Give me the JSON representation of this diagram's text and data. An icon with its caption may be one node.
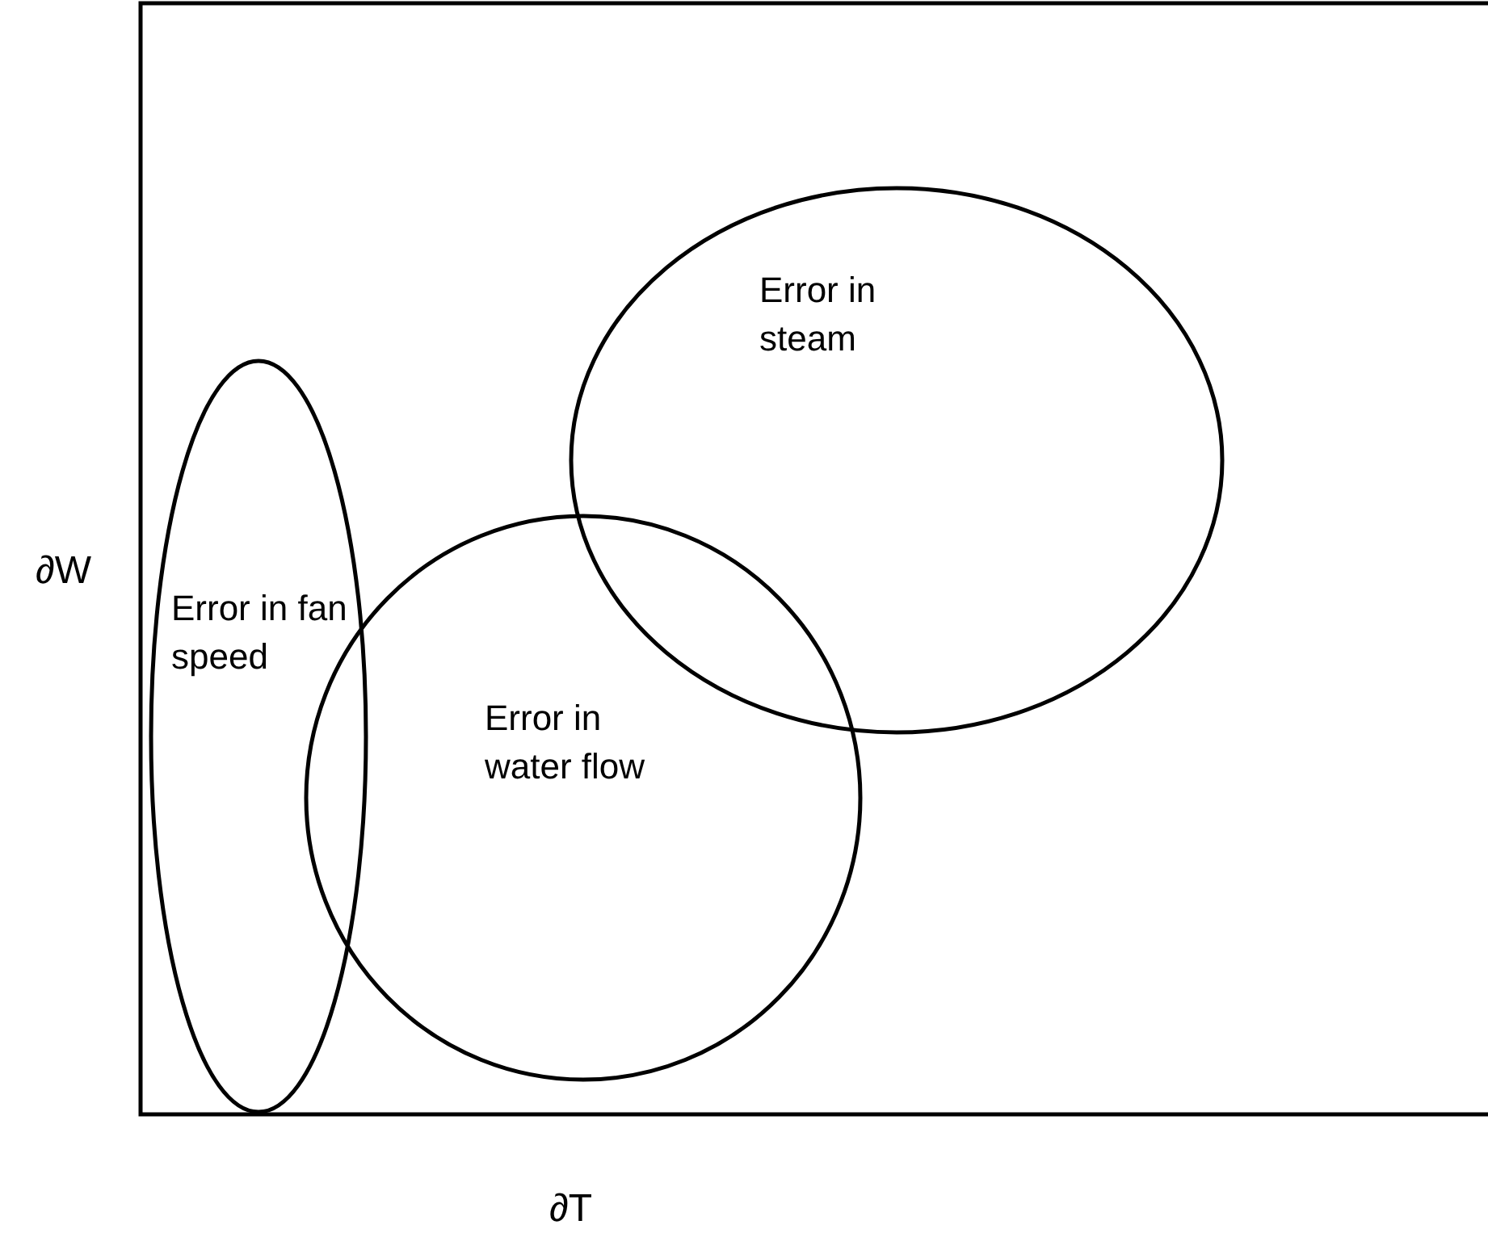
{
  "diagram": {
    "nodes": [
      {
        "text": [
          "Error in steam"
        ]
      },
      {
        "text": [
          "Error in fan speed"
        ]
      },
      {
        "text": [
          "Error in water flow"
        ]
      }
    ],
    "labels": [
      "∂W",
      "∂T"
    ]
  }
}
